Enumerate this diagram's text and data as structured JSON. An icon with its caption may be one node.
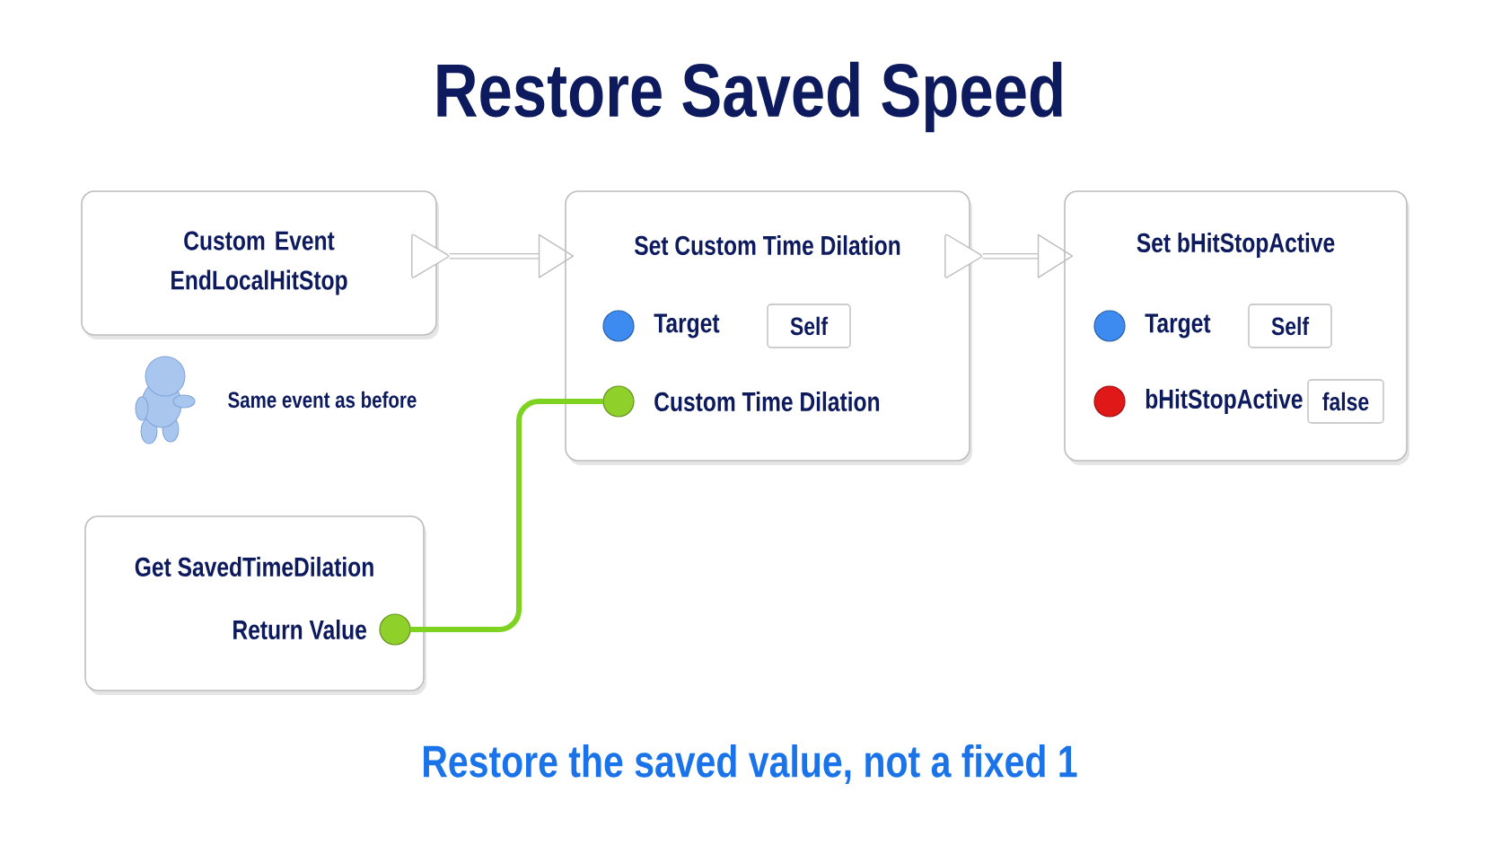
{
  "diagram": {
    "title": "Restore Saved Speed",
    "caption": "Restore the saved value, not a fixed 1",
    "nodes": [
      {
        "text": [
          "Custom Event EndLocalHitStop"
        ]
      },
      {
        "text": [
          "Set Custom Time Dilation"
        ]
      },
      {
        "text": [
          "Target"
        ],
        "in": 1
      },
      {
        "text": [
          "Self"
        ],
        "in": 1
      },
      {
        "text": [
          "Custom Time Dilation"
        ],
        "in": 1
      },
      {
        "text": [
          "Set bHitStopActive"
        ]
      },
      {
        "text": [
          "Target"
        ],
        "in": 5
      },
      {
        "text": [
          "Self"
        ],
        "in": 5
      },
      {
        "text": [
          "bHitStopActive"
        ],
        "in": 5
      },
      {
        "text": [
          "false"
        ],
        "in": 5
      },
      {
        "text": [
          "Get SavedTimeDilation"
        ]
      },
      {
        "text": [
          "Return Value"
        ],
        "in": 10
      }
    ],
    "edges": [
      {
        "from": 0,
        "to": 1,
        "arrow": "to"
      },
      {
        "from": 1,
        "to": 5,
        "arrow": "to"
      },
      {
        "from": 11,
        "to": 4,
        "arrow": "none",
        "color": "#7ed321"
      }
    ],
    "labels": [
      "Same event as before"
    ]
  }
}
